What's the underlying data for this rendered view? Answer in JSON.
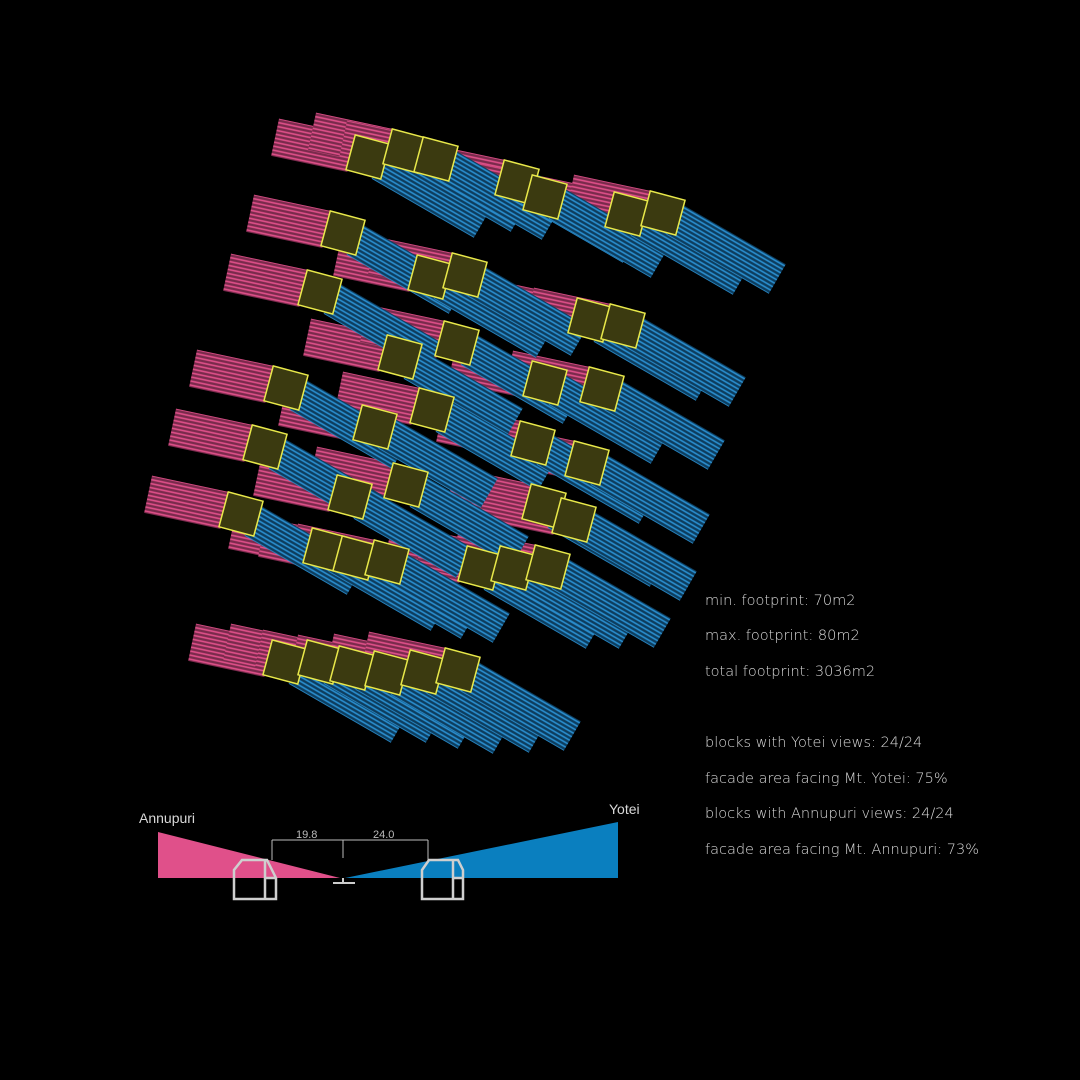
{
  "stats": {
    "min_footprint": "min. footprint: 70m2",
    "max_footprint": "max. footprint: 80m2",
    "total_footprint": "total footprint: 3036m2",
    "yotei_blocks": "blocks with Yotei views: 24/24",
    "yotei_facade": "facade area facing Mt. Yotei: 75%",
    "annupuri_blocks": "blocks with Annupuri views: 24/24",
    "annupuri_facade": "facade area facing Mt. Annupuri: 73%"
  },
  "section": {
    "left_label": "Annupuri",
    "right_label": "Yotei",
    "dim_left": "19.8",
    "dim_right": "24.0"
  },
  "colors": {
    "annupuri": "#e0508a",
    "yotei": "#0a7fbf",
    "block_fill": "#3b3a10",
    "block_stroke": "#e8e84a"
  }
}
